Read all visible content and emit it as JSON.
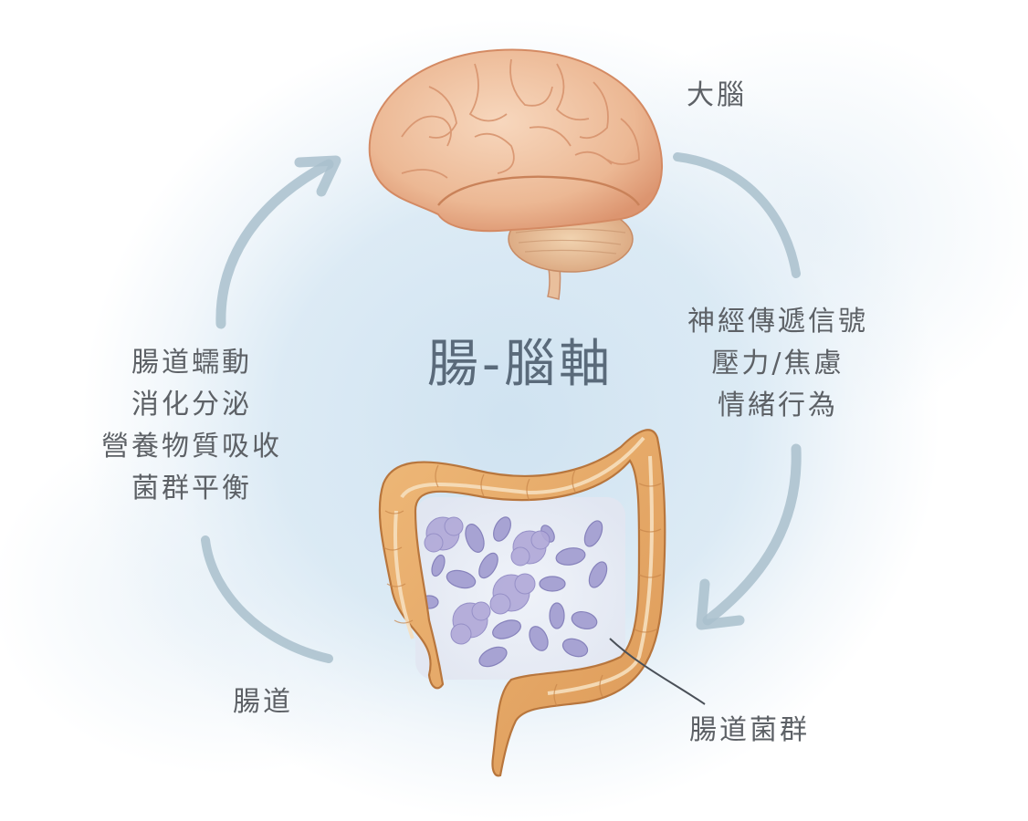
{
  "title": "腸-腦軸",
  "nodes": {
    "brain": {
      "label": "大腦"
    },
    "gut": {
      "label": "腸道"
    },
    "microbiota": {
      "label": "腸道菌群"
    }
  },
  "brain_to_gut_effects": [
    "神經傳遞信號",
    "壓力/焦慮",
    "情緒行為"
  ],
  "gut_to_brain_effects": [
    "腸道蠕動",
    "消化分泌",
    "營養物質吸收",
    "菌群平衡"
  ],
  "arrows": [
    {
      "name": "arrow-gut-to-brain",
      "direction": "up-right"
    },
    {
      "name": "arrow-brain-to-gut",
      "direction": "down-left"
    }
  ],
  "colors": {
    "text": "#5d6166",
    "title": "#5a6a7a",
    "arrow": "#a9c0cc",
    "brain": "#eab08f",
    "colon": "#e4a968",
    "bacteria": "#9a95c8",
    "background_wash": "#d4e5f1"
  }
}
